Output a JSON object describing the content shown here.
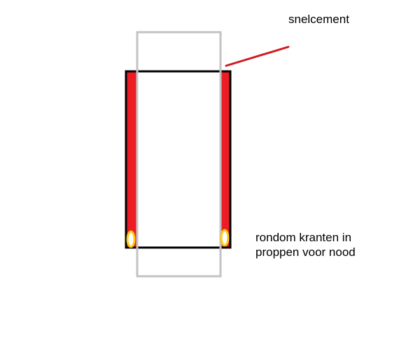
{
  "labels": {
    "top_label": "snelcement",
    "bottom_label_line1": "rondom kranten in",
    "bottom_label_line2": "proppen voor nood"
  },
  "colors": {
    "background": "#ffffff",
    "outer_frame": "#c3c3c3",
    "inner_frame": "#000000",
    "cement_fill": "#ed1c24",
    "pointer_line": "#d01a21",
    "paper_plug_outer": "#ffc90e",
    "paper_plug_inner": "#ffffff"
  }
}
